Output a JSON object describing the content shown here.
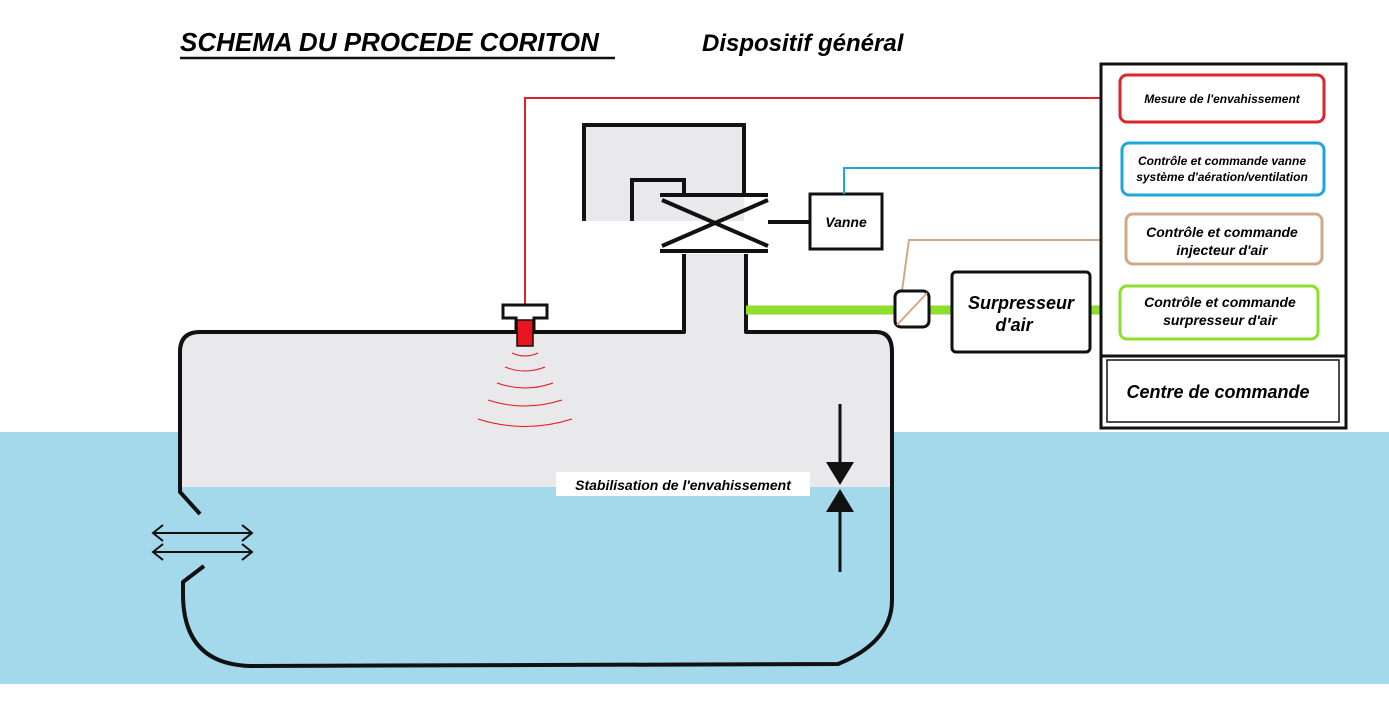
{
  "title": "SCHEMA DU PROCEDE CORITON",
  "subtitle": "Dispositif général",
  "labels": {
    "vanne": "Vanne",
    "surpresseur_line1": "Surpresseur",
    "surpresseur_line2": "d'air",
    "stabilisation": "Stabilisation de l'envahissement"
  },
  "control_panel": {
    "items": [
      {
        "lines": [
          "Mesure de l'envahissement"
        ],
        "color": "#d9262a"
      },
      {
        "lines": [
          "Contrôle et commande vanne",
          "système d'aération/ventilation"
        ],
        "color": "#1ea7dc"
      },
      {
        "lines": [
          "Contrôle et commande",
          "injecteur d'air"
        ],
        "color": "#d0a88a"
      },
      {
        "lines": [
          "Contrôle et commande",
          "surpresseur d'air"
        ],
        "color": "#8fdd2c"
      }
    ],
    "footer": "Centre de commande"
  },
  "colors": {
    "water": "#a3d9ea",
    "tank_fill": "#e9e8ea",
    "outline": "#111111",
    "air_pipe": "#8fdd2c",
    "sensor": "#e8141e"
  }
}
